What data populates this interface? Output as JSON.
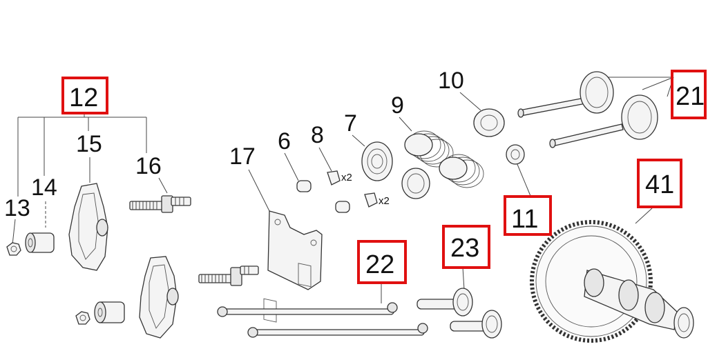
{
  "diagram": {
    "callouts": [
      {
        "id": "c12",
        "label": "12",
        "boxed": true
      },
      {
        "id": "c13",
        "label": "13",
        "boxed": false
      },
      {
        "id": "c14",
        "label": "14",
        "boxed": false
      },
      {
        "id": "c15",
        "label": "15",
        "boxed": false
      },
      {
        "id": "c16",
        "label": "16",
        "boxed": false
      },
      {
        "id": "c17",
        "label": "17",
        "boxed": false
      },
      {
        "id": "c6",
        "label": "6",
        "boxed": false
      },
      {
        "id": "c8",
        "label": "8",
        "boxed": false
      },
      {
        "id": "c7",
        "label": "7",
        "boxed": false
      },
      {
        "id": "c9",
        "label": "9",
        "boxed": false
      },
      {
        "id": "c10",
        "label": "10",
        "boxed": false
      },
      {
        "id": "c21",
        "label": "21",
        "boxed": true
      },
      {
        "id": "c11",
        "label": "11",
        "boxed": true
      },
      {
        "id": "c41",
        "label": "41",
        "boxed": true
      },
      {
        "id": "c22",
        "label": "22",
        "boxed": true
      },
      {
        "id": "c23",
        "label": "23",
        "boxed": true
      }
    ],
    "quantities": {
      "top_keeper": "x2",
      "bottom_keeper": "x2"
    },
    "colors": {
      "highlight_box": "#e01010",
      "line": "#222222"
    }
  }
}
